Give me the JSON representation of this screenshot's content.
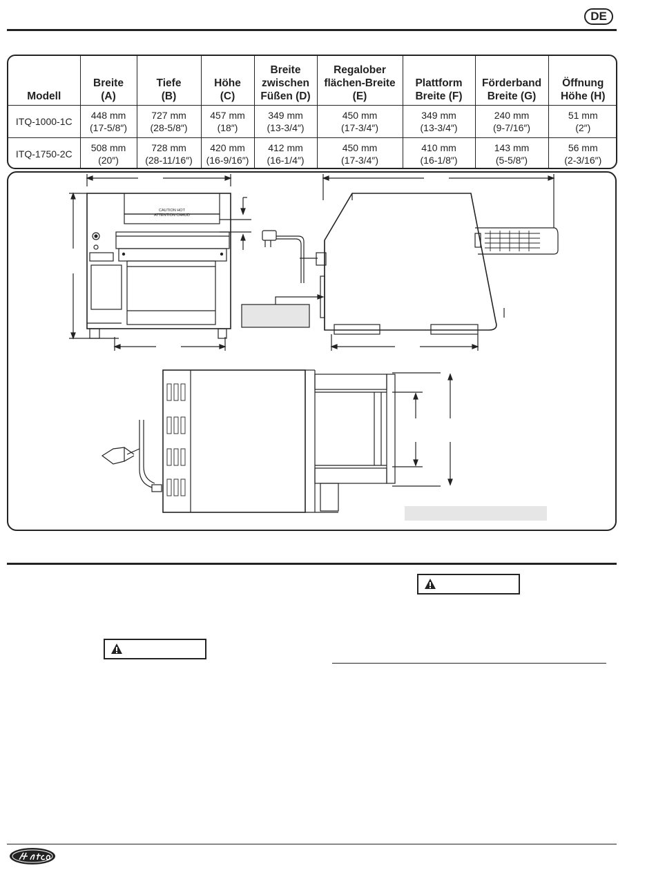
{
  "header": {
    "language_badge": "DE"
  },
  "spec_table": {
    "columns": [
      [
        "Modell"
      ],
      [
        "Breite",
        "(A)"
      ],
      [
        "Tiefe",
        "(B)"
      ],
      [
        "Höhe",
        "(C)"
      ],
      [
        "Breite",
        "zwischen",
        "Füßen (D)"
      ],
      [
        "Regalober",
        "flächen-Breite",
        "(E)"
      ],
      [
        "Plattform",
        "Breite (F)"
      ],
      [
        "Förderband",
        "Breite (G)"
      ],
      [
        "Öffnung",
        "Höhe (H)"
      ]
    ],
    "rows": [
      {
        "model": "ITQ-1000-1C",
        "cells": [
          [
            "448 mm",
            "(17-5/8″)"
          ],
          [
            "727 mm",
            "(28-5/8″)"
          ],
          [
            "457 mm",
            "(18″)"
          ],
          [
            "349 mm",
            "(13-3/4″)"
          ],
          [
            "450 mm",
            "(17-3/4″)"
          ],
          [
            "349 mm",
            "(13-3/4″)"
          ],
          [
            "240 mm",
            "(9-7/16″)"
          ],
          [
            "51 mm",
            "(2″)"
          ]
        ]
      },
      {
        "model": "ITQ-1750-2C",
        "cells": [
          [
            "508 mm",
            "(20″)"
          ],
          [
            "728 mm",
            "(28-11/16″)"
          ],
          [
            "420 mm",
            "(16-9/16″)"
          ],
          [
            "412 mm",
            "(16-1/4″)"
          ],
          [
            "450 mm",
            "(17-3/4″)"
          ],
          [
            "410 mm",
            "(16-1/8″)"
          ],
          [
            "143 mm",
            "(5-5/8″)"
          ],
          [
            "56 mm",
            "(2-3/16″)"
          ]
        ]
      }
    ]
  },
  "drawing": {
    "caution_label_line1": "CAUTION HOT",
    "caution_label_line2": "ATTENTION CHAUD"
  },
  "colors": {
    "line": "#222222",
    "placeholder_gray": "#e6e6e6"
  },
  "icons": {
    "warning": "warning-triangle-icon",
    "brand": "hatco-logo"
  }
}
